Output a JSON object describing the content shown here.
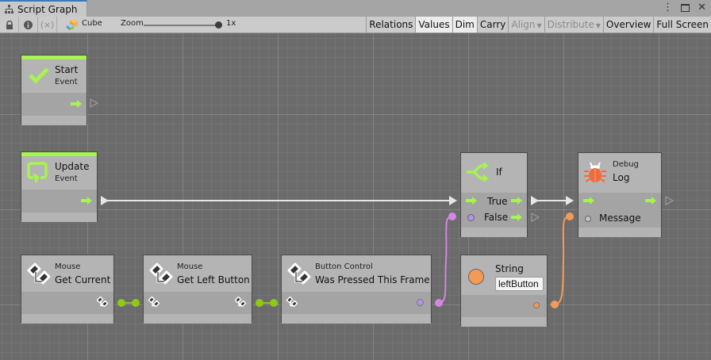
{
  "window": {
    "tab_title": "Script Graph",
    "tab_icon": "hierarchy-icon",
    "controls": [
      "kebab-menu-icon",
      "maximize-icon",
      "close-icon"
    ]
  },
  "toolbar": {
    "lock_icon": "lock-icon",
    "info_icon": "info-icon",
    "variables_icon": "variables-icon",
    "target_object": "Cube",
    "zoom_label": "Zoom",
    "zoom_value": "1x",
    "buttons": [
      {
        "label": "Relations",
        "state": "normal"
      },
      {
        "label": "Values",
        "state": "on"
      },
      {
        "label": "Dim",
        "state": "on"
      },
      {
        "label": "Carry",
        "state": "normal"
      },
      {
        "label": "Align",
        "state": "disabled",
        "dropdown": true
      },
      {
        "label": "Distribute",
        "state": "disabled",
        "dropdown": true
      },
      {
        "label": "Overview",
        "state": "normal"
      },
      {
        "label": "Full Screen",
        "state": "normal"
      }
    ]
  },
  "colors": {
    "event_accent": "#a7f34f",
    "flow": "#ffffff",
    "bool_port": "#b591e8",
    "string_port": "#f59a55",
    "object_port": "#8ec918",
    "debug_icon": "#f26b3a"
  },
  "nodes": {
    "start": {
      "title": "Start",
      "subtitle": "Event",
      "icon": "checkmark-icon"
    },
    "update": {
      "title": "Update",
      "subtitle": "Event",
      "icon": "loop-icon"
    },
    "if": {
      "title": "If",
      "icon": "branch-icon",
      "ports": {
        "true": "True",
        "false": "False"
      }
    },
    "debug_log": {
      "category": "Debug",
      "title": "Log",
      "icon": "bug-icon",
      "ports": {
        "message": "Message"
      }
    },
    "get_current": {
      "category": "Mouse",
      "title": "Get Current",
      "icon": "unit-icon"
    },
    "get_left_button": {
      "category": "Mouse",
      "title": "Get Left Button",
      "icon": "unit-icon"
    },
    "was_pressed": {
      "category": "Button Control",
      "title": "Was Pressed This Frame",
      "icon": "unit-icon"
    },
    "string": {
      "title": "String",
      "icon": "string-icon",
      "value": "leftButton"
    }
  }
}
